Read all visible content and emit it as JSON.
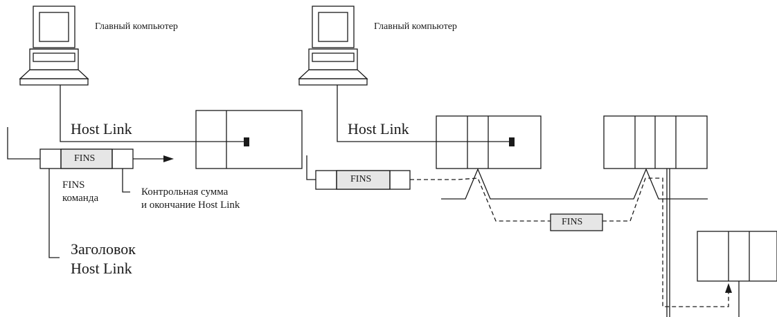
{
  "left": {
    "host_label": "Главный компьютер",
    "link_label": "Host Link",
    "frame_text": "FINS",
    "fins_cmd_line1": "FINS",
    "fins_cmd_line2": "команда",
    "checksum_line1": "Контрольная сумма",
    "checksum_line2": "и окончание Host Link",
    "header_line1": "Заголовок",
    "header_line2": "Host Link"
  },
  "right": {
    "host_label": "Главный компьютер",
    "link_label": "Host Link",
    "frame_text": "FINS",
    "network_frame_text": "FINS"
  },
  "colors": {
    "line": "#1a1a1a",
    "fins_fill": "#e6e6e6"
  }
}
